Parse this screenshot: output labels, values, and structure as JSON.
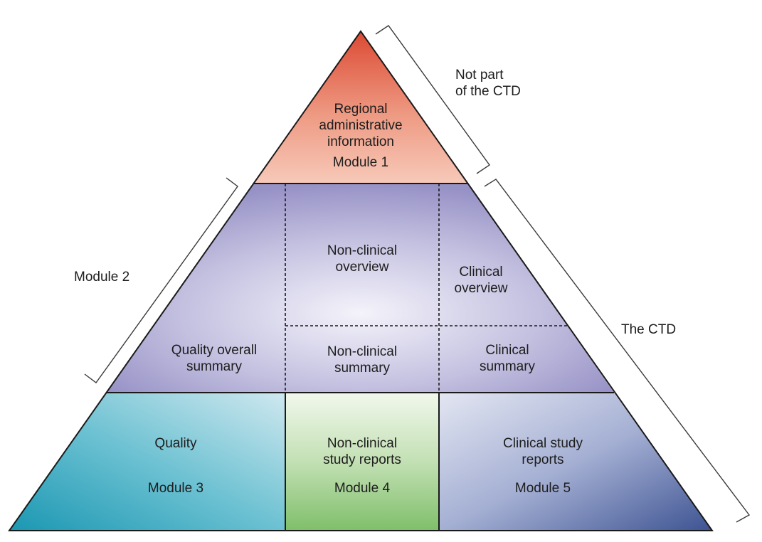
{
  "module1": {
    "title_line1": "Regional",
    "title_line2": "administrative",
    "title_line3": "information",
    "module": "Module 1"
  },
  "module2": {
    "quality_overall_line1": "Quality overall",
    "quality_overall_line2": "summary",
    "nonclinical_overview_line1": "Non-clinical",
    "nonclinical_overview_line2": "overview",
    "clinical_overview_line1": "Clinical",
    "clinical_overview_line2": "overview",
    "nonclinical_summary_line1": "Non-clinical",
    "nonclinical_summary_line2": "summary",
    "clinical_summary_line1": "Clinical",
    "clinical_summary_line2": "summary"
  },
  "module3": {
    "title": "Quality",
    "module": "Module 3"
  },
  "module4": {
    "title_line1": "Non-clinical",
    "title_line2": "study reports",
    "module": "Module 4"
  },
  "module5": {
    "title_line1": "Clinical study",
    "title_line2": "reports",
    "module": "Module 5"
  },
  "brackets": {
    "not_part_line1": "Not part",
    "not_part_line2": "of the CTD",
    "module2_label": "Module 2",
    "the_ctd": "The CTD"
  },
  "colors": {
    "module1": "#e2614a",
    "module2": "#a8a3cf",
    "module3": "#3bb0c4",
    "module4": "#8fc47c",
    "module5": "#5a6da8",
    "outline": "#1a1a1a"
  }
}
